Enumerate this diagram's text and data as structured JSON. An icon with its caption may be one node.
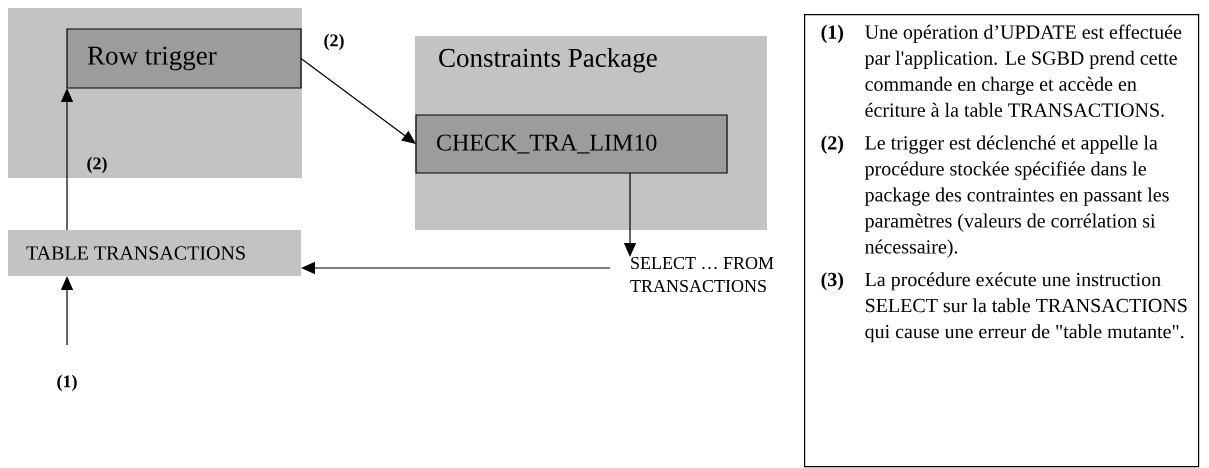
{
  "diagram": {
    "nodes": [
      {
        "text": [],
        "shape": "box"
      },
      {
        "text": [
          "Row trigger"
        ],
        "in": 0
      },
      {
        "text": [
          "Constraints Package"
        ]
      },
      {
        "text": [
          "CHECK_TRA_LIM10"
        ],
        "in": 2
      },
      {
        "text": [
          "TABLE TRANSACTIONS"
        ]
      },
      {
        "text": [
          "SELECT … FROM TRANSACTIONS"
        ]
      },
      {
        "text": [
          "(1)",
          "Une opération d’UPDATE est effectuée par l'application. Le SGBD prend cette commande en charge et accède en écriture à la table TRANSACTIONS.",
          "(2)",
          "Le trigger est déclenché et appelle la procédure stockée spécifiée dans le package des contraintes en passant les paramètres  (valeurs de corrélation si nécessaire).",
          "(3)",
          "La procédure exécute une instruction SELECT sur la table TRANSACTIONS qui cause une erreur de \"table mutante\"."
        ]
      }
    ],
    "edges": [
      {
        "from": null,
        "to": 4,
        "arrow": "to",
        "label": "(1)"
      },
      {
        "from": 4,
        "to": 1,
        "arrow": "to",
        "label": "(2)"
      },
      {
        "from": 1,
        "to": 3,
        "arrow": "to",
        "label": "(2)"
      },
      {
        "from": 3,
        "to": 5,
        "arrow": "to"
      },
      {
        "from": 5,
        "to": 4,
        "arrow": "to"
      }
    ]
  }
}
